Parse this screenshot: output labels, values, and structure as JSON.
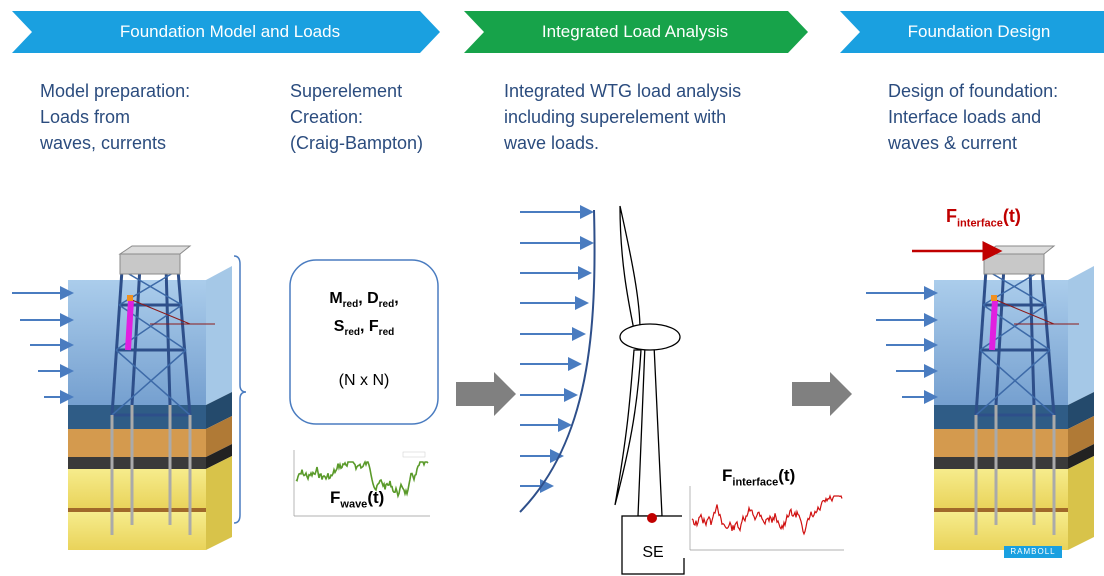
{
  "stages": [
    {
      "label": "Foundation Model and Loads",
      "color": "#1aa0e0"
    },
    {
      "label": "Integrated Load Analysis",
      "color": "#17a34a"
    },
    {
      "label": "Foundation Design",
      "color": "#1aa0e0"
    }
  ],
  "descriptions": {
    "model_prep": [
      "Model preparation:",
      "Loads from",
      "waves, currents"
    ],
    "superelement": [
      "Superelement",
      "Creation:",
      "(Craig-Bampton)"
    ],
    "integrated": [
      "Integrated WTG load analysis",
      "including superelement with",
      "wave loads."
    ],
    "design": [
      "Design of foundation:",
      "Interface loads and",
      "waves & current"
    ]
  },
  "matrix": {
    "M": "M",
    "D": "D",
    "S": "S",
    "F": "F",
    "sub": "red",
    "size": "(N x N)"
  },
  "forces": {
    "wave_main": "F",
    "wave_sub": "wave",
    "wave_arg": "(t)",
    "iface_main": "F",
    "iface_sub": "interface",
    "iface_arg": "(t)"
  },
  "se_label": "SE",
  "logo": "RAMBOLL",
  "colors": {
    "text_blue": "#2b4c7e",
    "arrow_blue": "#4a7cc0",
    "force_red": "#c00000",
    "wave_green": "#5a9a2a",
    "iface_red": "#d01010",
    "big_arrow": "#808080"
  }
}
